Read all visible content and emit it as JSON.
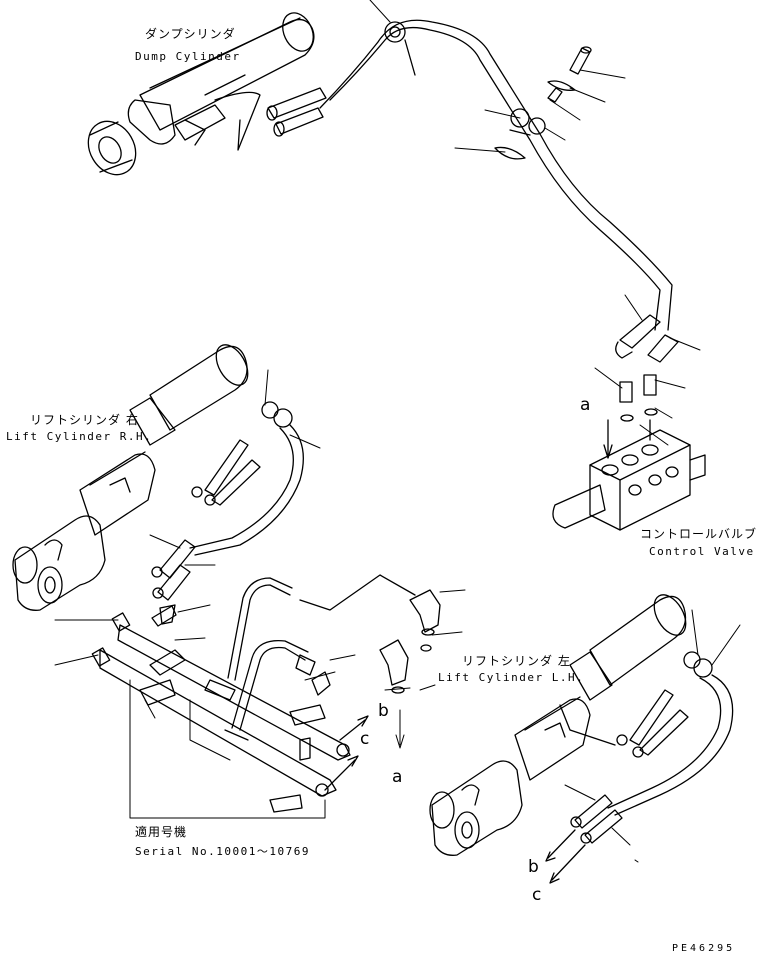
{
  "labels": {
    "dump_cylinder_jp": "ダンプシリンダ",
    "dump_cylinder_en": "Dump Cylinder",
    "lift_rh_jp": "リフトシリンダ 右",
    "lift_rh_en": "Lift Cylinder R.H.",
    "lift_lh_jp": "リフトシリンダ 左",
    "lift_lh_en": "Lift Cylinder L.H.",
    "control_valve_jp": "コントロールバルブ",
    "control_valve_en": "Control Valve",
    "applicable_jp": "適用号機",
    "serial_range": "Serial No.10001～10769",
    "figure_code": "PE46295"
  },
  "connection_letters": {
    "a_valve": "a",
    "a_arrow": "a",
    "b_top": "b",
    "c_top": "c",
    "b_bottom": "b",
    "c_bottom": "c"
  }
}
